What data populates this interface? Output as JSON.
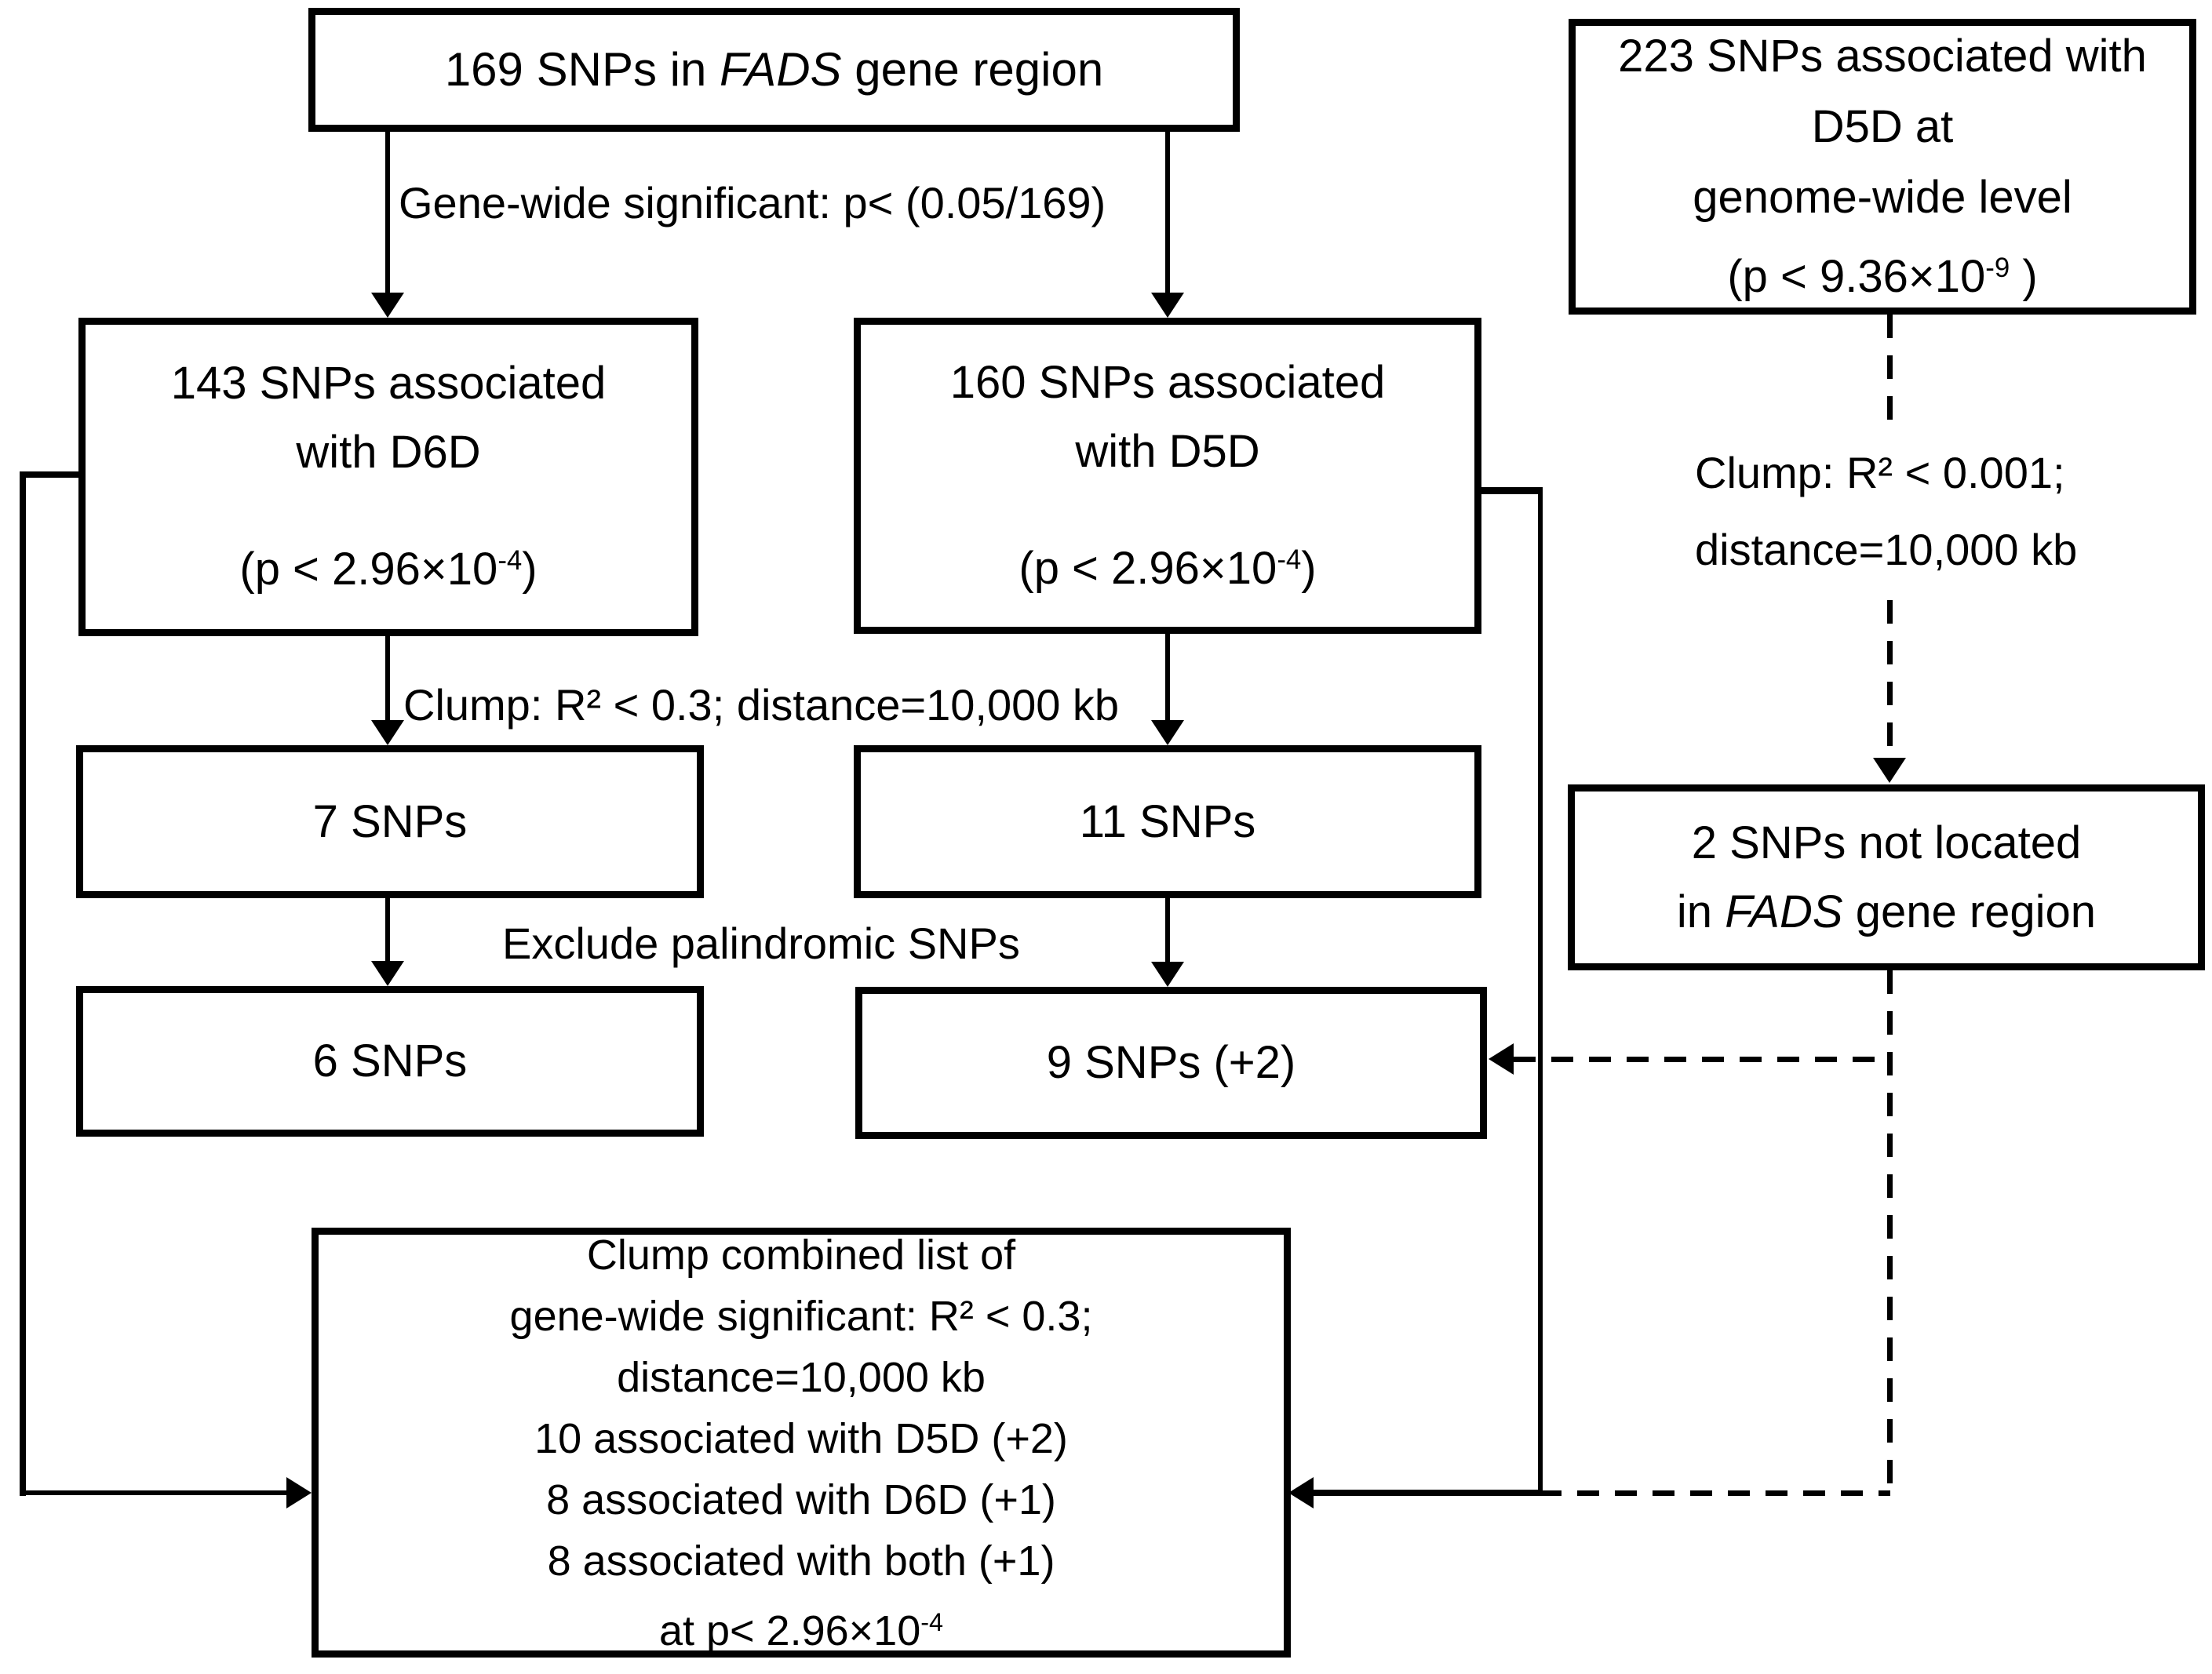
{
  "figure": {
    "type": "flowchart",
    "topic": "SNP selection in FADS gene region for D5D and D6D"
  },
  "boxes": {
    "top": {
      "pre": "169 SNPs in ",
      "italic": "FADS",
      "post": " gene region"
    },
    "d6d": {
      "line1": "143 SNPs associated",
      "line2": "with D6D",
      "p_pre": "(p < 2.96×10",
      "p_sup": "-4",
      "p_post": ")"
    },
    "d5d": {
      "line1": "160 SNPs associated",
      "line2": "with D5D",
      "p_pre": "(p < 2.96×10",
      "p_sup": "-4",
      "p_post": ")"
    },
    "gw": {
      "line1": "223 SNPs associated with",
      "line2": "D5D at",
      "line3": "genome-wide level",
      "p_pre": "(p < 9.36×10",
      "p_sup": "-9",
      "p_post": " )"
    },
    "snps7": {
      "label": "7 SNPs"
    },
    "snps11": {
      "label": "11 SNPs"
    },
    "snps6": {
      "label": "6 SNPs"
    },
    "snps9": {
      "label": "9 SNPs (+2)"
    },
    "notfads": {
      "line1": "2 SNPs not located",
      "line2_pre": "in ",
      "line2_italic": "FADS",
      "line2_post": " gene region"
    },
    "combined": {
      "line1": "Clump combined list of",
      "line2": "gene-wide significant: R² < 0.3;",
      "line3": "distance=10,000 kb",
      "line4": "10 associated with D5D (+2)",
      "line5": "8 associated with D6D (+1)",
      "line6": "8 associated with both (+1)",
      "line7_pre": "at p< 2.96×10",
      "line7_sup": "-4"
    }
  },
  "labels": {
    "genewide": "Gene-wide significant: p< (0.05/169)",
    "clump03": "Clump: R² < 0.3; distance=10,000 kb",
    "exclude": "Exclude palindromic SNPs",
    "clump001_line1": "Clump: R² < 0.001;",
    "clump001_line2": "distance=10,000 kb"
  },
  "edges": [
    {
      "from": "box-169-fads",
      "to": "box-143-d6d",
      "style": "solid",
      "label": "Gene-wide significant: p< (0.05/169)"
    },
    {
      "from": "box-169-fads",
      "to": "box-160-d5d",
      "style": "solid",
      "label": "Gene-wide significant: p< (0.05/169)"
    },
    {
      "from": "box-143-d6d",
      "to": "box-7-snps",
      "style": "solid",
      "label": "Clump: R² < 0.3; distance=10,000 kb"
    },
    {
      "from": "box-160-d5d",
      "to": "box-11-snps",
      "style": "solid",
      "label": "Clump: R² < 0.3; distance=10,000 kb"
    },
    {
      "from": "box-7-snps",
      "to": "box-6-snps",
      "style": "solid",
      "label": "Exclude palindromic SNPs"
    },
    {
      "from": "box-11-snps",
      "to": "box-9-snps",
      "style": "solid",
      "label": "Exclude palindromic SNPs"
    },
    {
      "from": "box-143-d6d",
      "to": "box-combined",
      "style": "solid"
    },
    {
      "from": "box-160-d5d",
      "to": "box-combined",
      "style": "solid"
    },
    {
      "from": "box-223-gw",
      "to": "box-2-not-fads",
      "style": "dashed",
      "label": "Clump: R² < 0.001; distance=10,000 kb"
    },
    {
      "from": "box-2-not-fads",
      "to": "box-9-snps",
      "style": "dashed"
    },
    {
      "from": "box-2-not-fads",
      "to": "box-combined",
      "style": "dashed"
    }
  ],
  "colors": {
    "ink": "#000000",
    "background": "#ffffff"
  }
}
